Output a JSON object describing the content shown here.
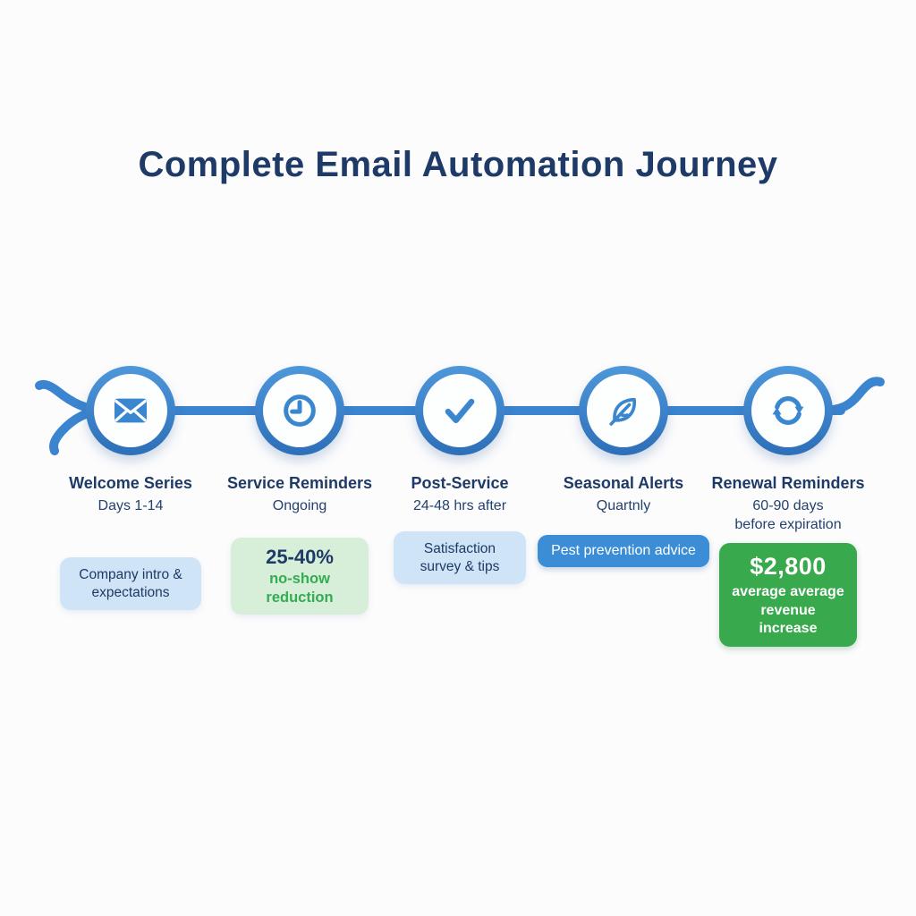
{
  "title": "Complete Email Automation Journey",
  "colors": {
    "navy_text": "#1e3a66",
    "timeline_blue": "#3b84cf",
    "icon_blue": "#3a86cf",
    "light_blue_box": "#cfe4f7",
    "light_green_box": "#d7efd8",
    "green_text": "#33ac52",
    "solid_blue_box": "#3b8ed6",
    "solid_green_box": "#38a94c",
    "background": "#fcfcfd"
  },
  "stages": [
    {
      "title": "Welcome Series",
      "subtitle_lines": [
        "Days 1-14"
      ],
      "icon": "envelope-icon",
      "box": {
        "variant": "light-blue",
        "text": "Company intro & expectations"
      }
    },
    {
      "title": "Service Reminders",
      "subtitle_lines": [
        "Ongoing"
      ],
      "icon": "clock-icon",
      "box": {
        "variant": "light-green",
        "headline": "25-40%",
        "text": "no-show reduction"
      }
    },
    {
      "title": "Post-Service",
      "subtitle_lines": [
        "24-48 hrs after"
      ],
      "icon": "check-icon",
      "box": {
        "variant": "light-blue",
        "text": "Satisfaction survey & tips"
      }
    },
    {
      "title": "Seasonal Alerts",
      "subtitle_lines": [
        "Quartnly"
      ],
      "icon": "leaf-icon",
      "box": {
        "variant": "solid-blue",
        "text": "Pest prevention advice"
      }
    },
    {
      "title": "Renewal Reminders",
      "subtitle_lines": [
        "60-90 days",
        "before expiration"
      ],
      "icon": "refresh-icon",
      "box": {
        "variant": "solid-green",
        "headline": "$2,800",
        "text": "average average revenue increase"
      }
    }
  ]
}
